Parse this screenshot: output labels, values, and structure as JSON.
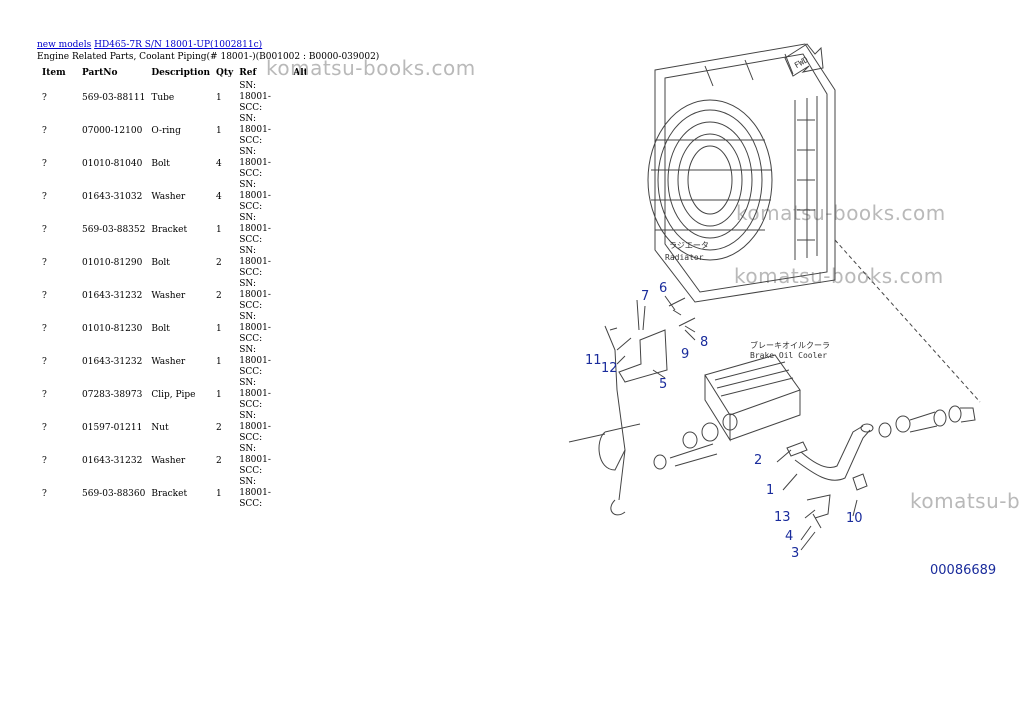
{
  "breadcrumb": {
    "link1": "new models",
    "link2": "HD465-7R S/N 18001-UP(1002811c)"
  },
  "subtitle": "Engine Related Parts, Coolant Piping(# 18001-)(B001002 : B0000-039002)",
  "table": {
    "headers": [
      "Item",
      "PartNo",
      "Description",
      "Qty",
      "Ref",
      "Alt"
    ],
    "rows": [
      {
        "item": "?",
        "partno": "569-03-88111",
        "desc": "Tube",
        "qty": "1",
        "ref": "SN: 18001-SCC:"
      },
      {
        "item": "?",
        "partno": "07000-12100",
        "desc": "O-ring",
        "qty": "1",
        "ref": "SN: 18001-SCC:"
      },
      {
        "item": "?",
        "partno": "01010-81040",
        "desc": "Bolt",
        "qty": "4",
        "ref": "SN: 18001-SCC:"
      },
      {
        "item": "?",
        "partno": "01643-31032",
        "desc": "Washer",
        "qty": "4",
        "ref": "SN: 18001-SCC:"
      },
      {
        "item": "?",
        "partno": "569-03-88352",
        "desc": "Bracket",
        "qty": "1",
        "ref": "SN: 18001-SCC:"
      },
      {
        "item": "?",
        "partno": "01010-81290",
        "desc": "Bolt",
        "qty": "2",
        "ref": "SN: 18001-SCC:"
      },
      {
        "item": "?",
        "partno": "01643-31232",
        "desc": "Washer",
        "qty": "2",
        "ref": "SN: 18001-SCC:"
      },
      {
        "item": "?",
        "partno": "01010-81230",
        "desc": "Bolt",
        "qty": "1",
        "ref": "SN: 18001-SCC:"
      },
      {
        "item": "?",
        "partno": "01643-31232",
        "desc": "Washer",
        "qty": "1",
        "ref": "SN: 18001-SCC:"
      },
      {
        "item": "?",
        "partno": "07283-38973",
        "desc": "Clip, Pipe",
        "qty": "1",
        "ref": "SN: 18001-SCC:"
      },
      {
        "item": "?",
        "partno": "01597-01211",
        "desc": "Nut",
        "qty": "2",
        "ref": "SN: 18001-SCC:"
      },
      {
        "item": "?",
        "partno": "01643-31232",
        "desc": "Washer",
        "qty": "2",
        "ref": "SN: 18001-SCC:"
      },
      {
        "item": "?",
        "partno": "569-03-88360",
        "desc": "Bracket",
        "qty": "1",
        "ref": "SN: 18001-SCC:"
      }
    ]
  },
  "watermarks": [
    "komatsu-books.com",
    "komatsu-books.com",
    "komatsu-books.com",
    "komatsu-b"
  ],
  "diagram": {
    "fwd_label": "FWD",
    "radiator_jp": "ラジエータ",
    "radiator_label": "Radiator",
    "cooler_jp": "ブレーキオイルクーラ",
    "cooler_label": "Brake Oil Cooler",
    "callouts": [
      "6",
      "7",
      "8",
      "9",
      "11",
      "12",
      "5",
      "2",
      "1",
      "13",
      "4",
      "3",
      "10"
    ],
    "figure_number": "00086689"
  }
}
